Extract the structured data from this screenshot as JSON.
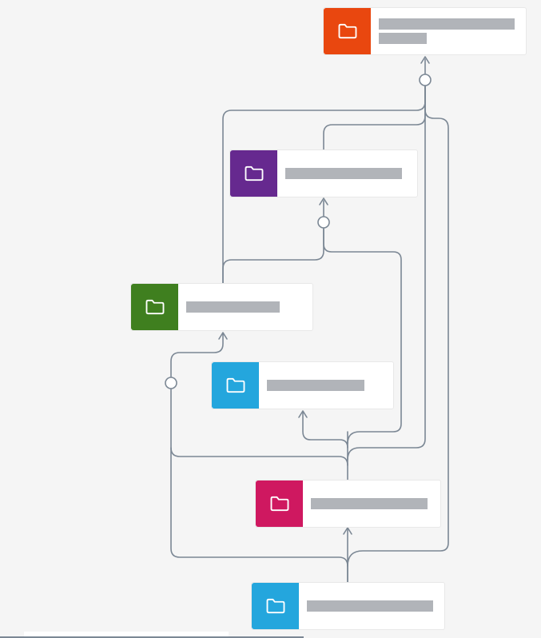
{
  "colors": {
    "edge": "#7b8794",
    "junction_fill": "#ffffff",
    "icon_glyph": "#ffffff"
  },
  "nodes": [
    {
      "id": "top-orange",
      "icon": "folder-icon",
      "color": "#e9470f",
      "label": ""
    },
    {
      "id": "purple",
      "icon": "folder-icon",
      "color": "#66298f",
      "label": ""
    },
    {
      "id": "green",
      "icon": "folder-icon",
      "color": "#3f7f1f",
      "label": ""
    },
    {
      "id": "blue-middle",
      "icon": "folder-icon",
      "color": "#24a6dd",
      "label": ""
    },
    {
      "id": "magenta",
      "icon": "folder-icon",
      "color": "#cf1860",
      "label": ""
    },
    {
      "id": "blue-bottom",
      "icon": "folder-icon",
      "color": "#24a6dd",
      "label": ""
    }
  ]
}
